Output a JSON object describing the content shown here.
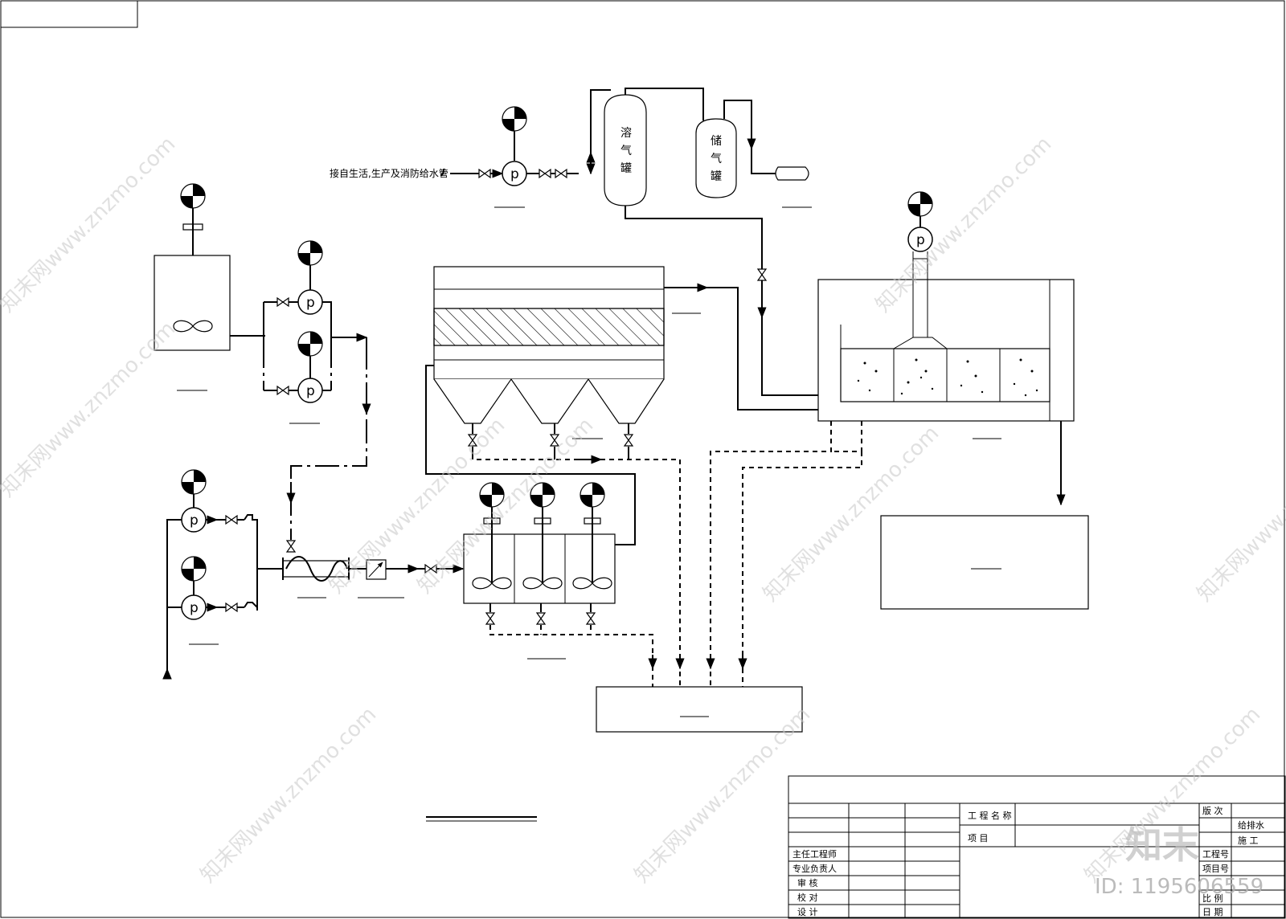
{
  "labels": {
    "water_source": "接自生活,生产及消防给水管",
    "dissolving_tank": [
      "溶",
      "气",
      "罐"
    ],
    "storage_tank": [
      "储",
      "气",
      "罐"
    ],
    "pump_letter": "p"
  },
  "title_block": {
    "project_name": "工 程 名 称",
    "item": "项      目",
    "version": "版  次",
    "dept": "给排水",
    "stage": "施   工",
    "project_no": "项目号",
    "sheet_no": "工程号",
    "scale": "比 例",
    "date": "日  期",
    "chief_engineer": "主任工程师",
    "specialist": "专业负责人",
    "review": "审          核",
    "check": "校          对",
    "design": "设          计"
  },
  "watermark": {
    "url": "知末网www.znzmo.com",
    "brand": "知末",
    "id": "ID: 1195606559"
  }
}
